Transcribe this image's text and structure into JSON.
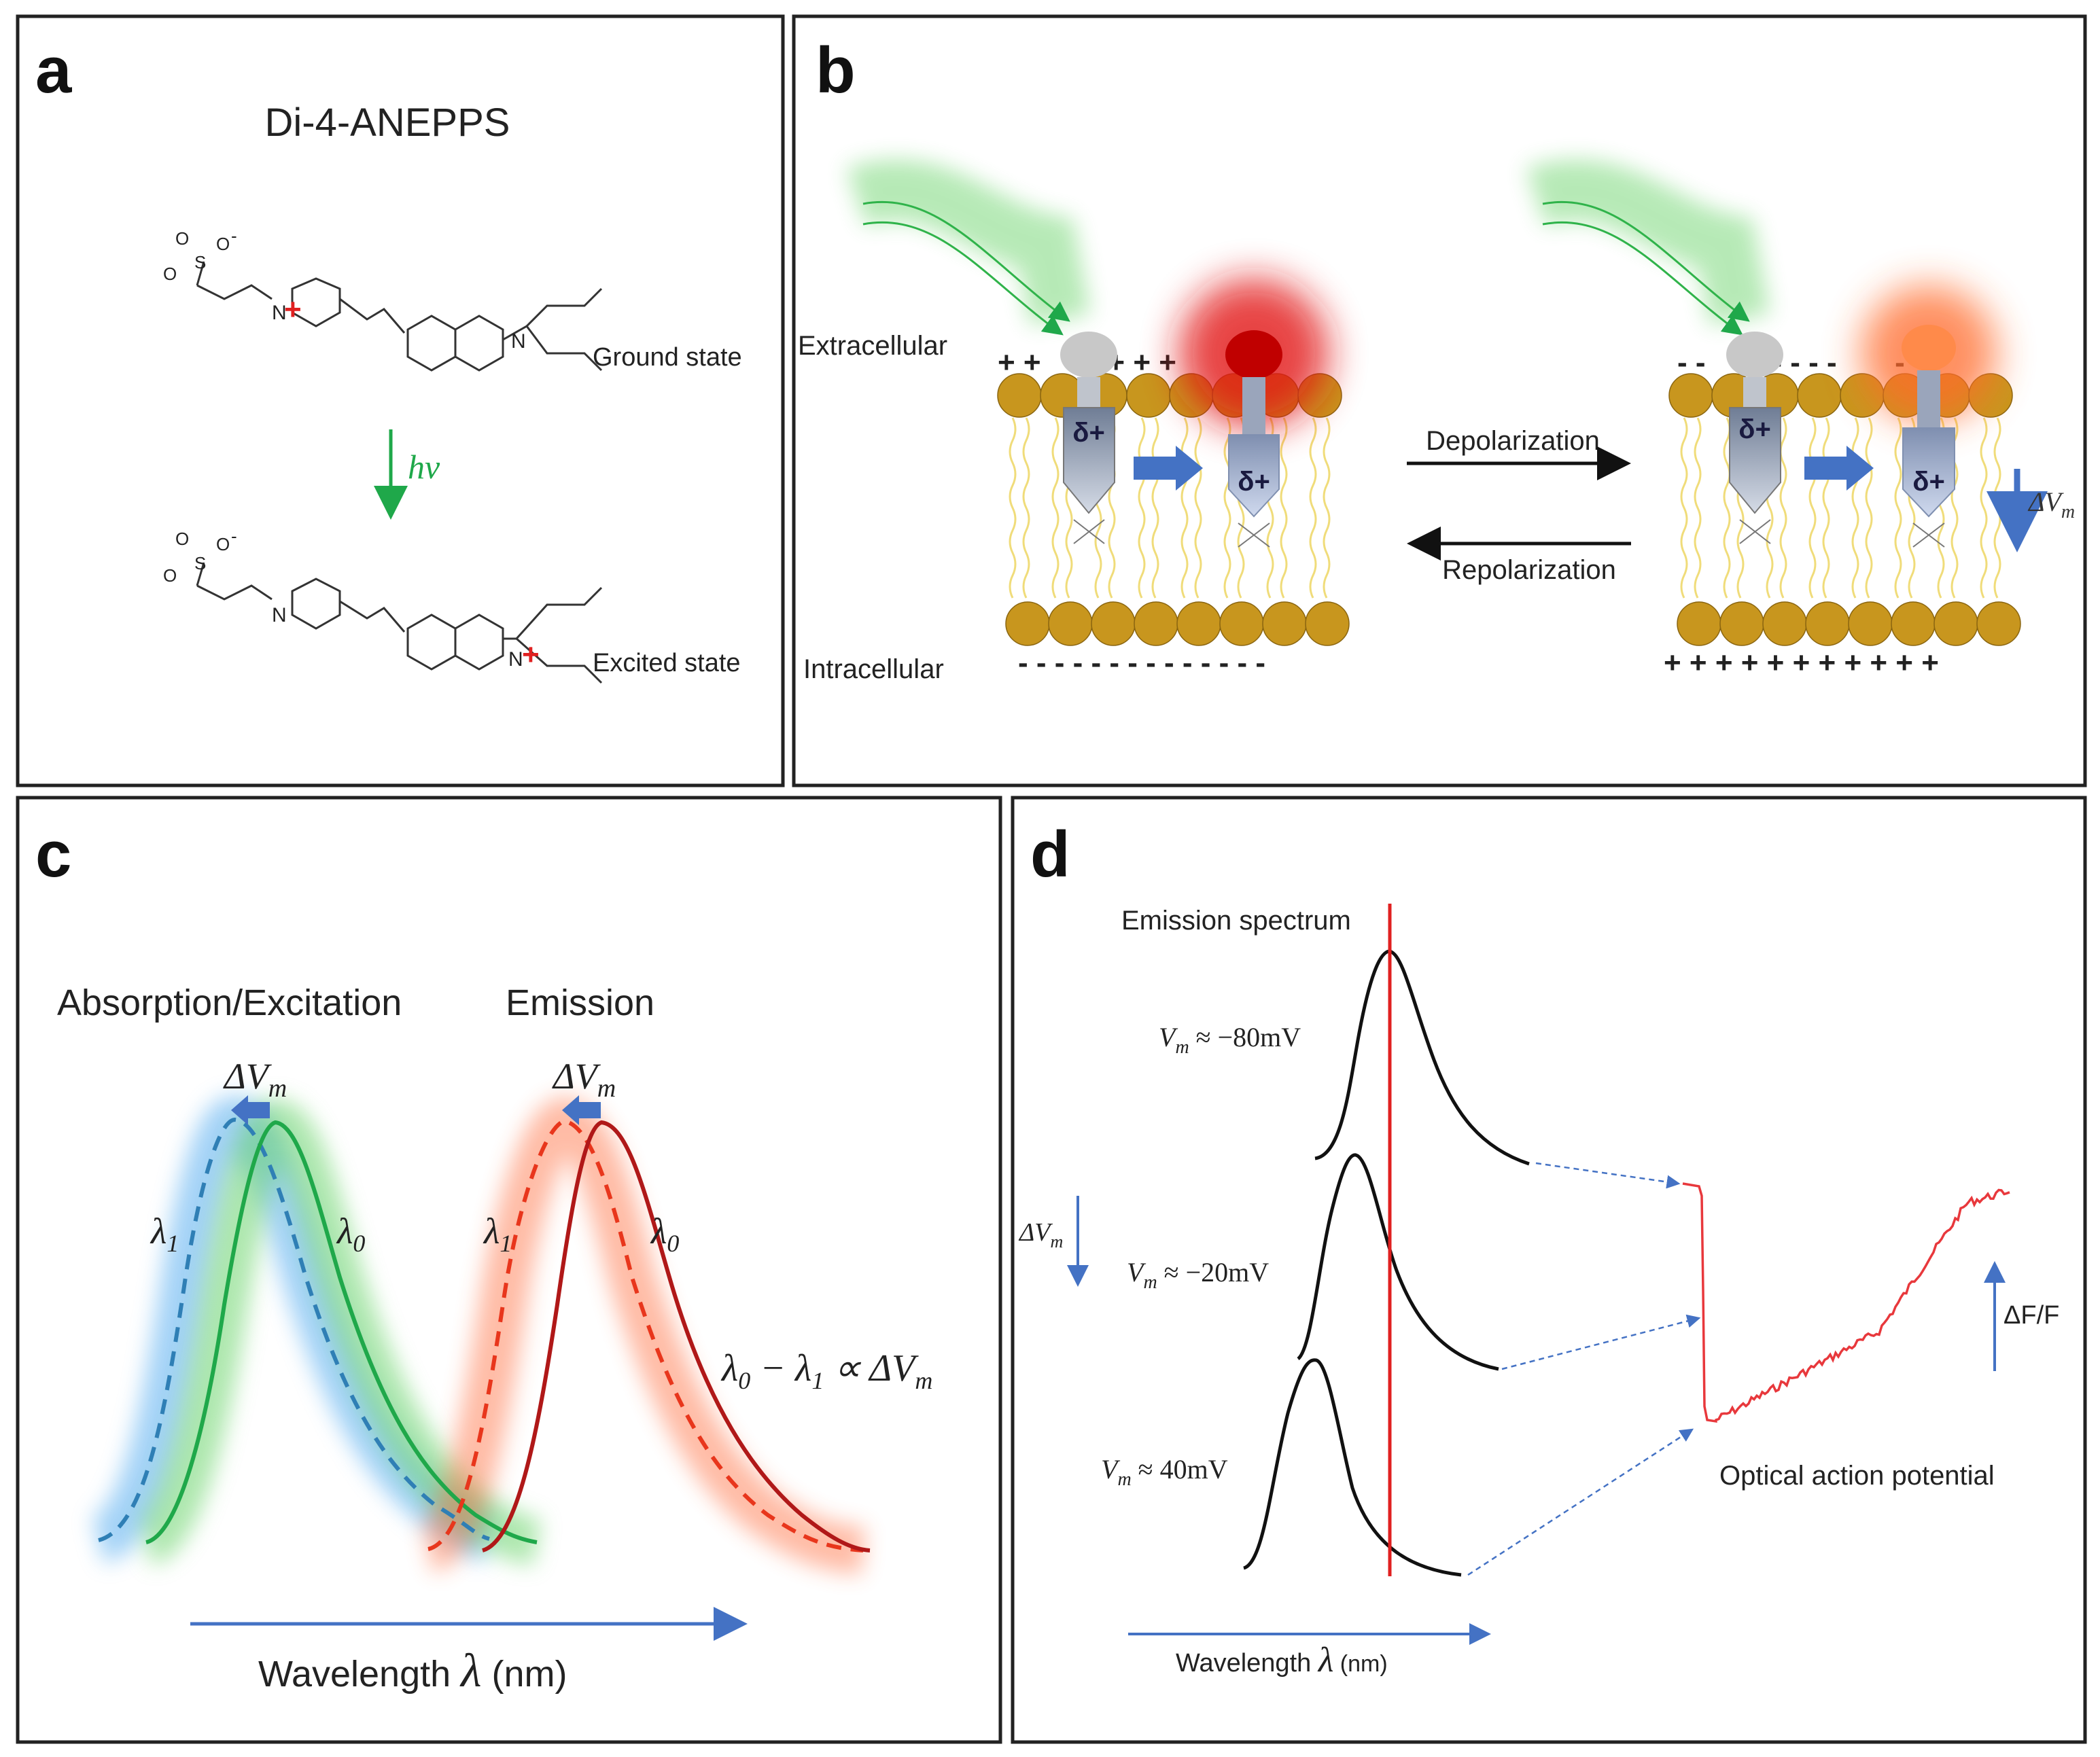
{
  "panels": {
    "a": {
      "letter": "a",
      "title": "Di-4-ANEPPS",
      "ground_label": "Ground state",
      "excited_label": "Excited state",
      "arrow_label": "hν",
      "molecule": {
        "sulfonate_o1": "O",
        "sulfonate_s": "S",
        "sulfonate_o2": "O",
        "sulfonate_o3": "O",
        "charge_minus": "-",
        "nitrogen": "N",
        "charge_plus": "+"
      }
    },
    "b": {
      "letter": "b",
      "extracellular": "Extracellular",
      "intracellular": "Intracellular",
      "depolarization": "Depolarization",
      "repolarization": "Repolarization",
      "dipole_label": "δ+",
      "delta_vm": "ΔV",
      "delta_vm_sub": "m",
      "top_charges_left": "+ +        + + +       + +",
      "bottom_charges_left": "- - - - - - - - - - - - - -",
      "top_charges_right": "- -        - - - -       - -",
      "bottom_charges_right": "+ + + + + + + + + + +"
    },
    "c": {
      "letter": "c",
      "absorption_label": "Absorption/Excitation",
      "emission_label": "Emission",
      "delta_vm": "ΔV",
      "delta_vm_sub": "m",
      "lambda1": "λ",
      "lambda1_sub": "1",
      "lambda0": "λ",
      "lambda0_sub": "0",
      "relation_prefix": "λ",
      "relation_mid": " − λ",
      "relation_suffix": " ∝ ΔV",
      "sub_0": "0",
      "sub_1": "1",
      "sub_m": "m",
      "axis_label_prefix": "Wavelength ",
      "axis_label_lambda": "λ",
      "axis_label_unit": " (nm)"
    },
    "d": {
      "letter": "d",
      "emission_spectrum": "Emission spectrum",
      "vm_labels": [
        {
          "v": "V",
          "sub": "m",
          "rest": " ≈ −80mV"
        },
        {
          "v": "V",
          "sub": "m",
          "rest": " ≈ −20mV"
        },
        {
          "v": "V",
          "sub": "m",
          "rest": " ≈ 40mV"
        }
      ],
      "delta_vm": "ΔV",
      "delta_vm_sub": "m",
      "delta_f": "ΔF/F",
      "optical_ap": "Optical action potential",
      "axis_label_prefix": "Wavelength ",
      "axis_label_lambda": "λ",
      "axis_label_unit": " (nm)"
    }
  },
  "colors": {
    "border": "#222222",
    "green": "#1fa84a",
    "blue_dashed": "#2f7fb5",
    "dark_red": "#b01818",
    "red_dashed": "#e8361c",
    "arrow_blue": "#4472c4",
    "lipid_head": "#c8961e",
    "red_line": "#e02020",
    "trace_red": "#e8383c"
  }
}
